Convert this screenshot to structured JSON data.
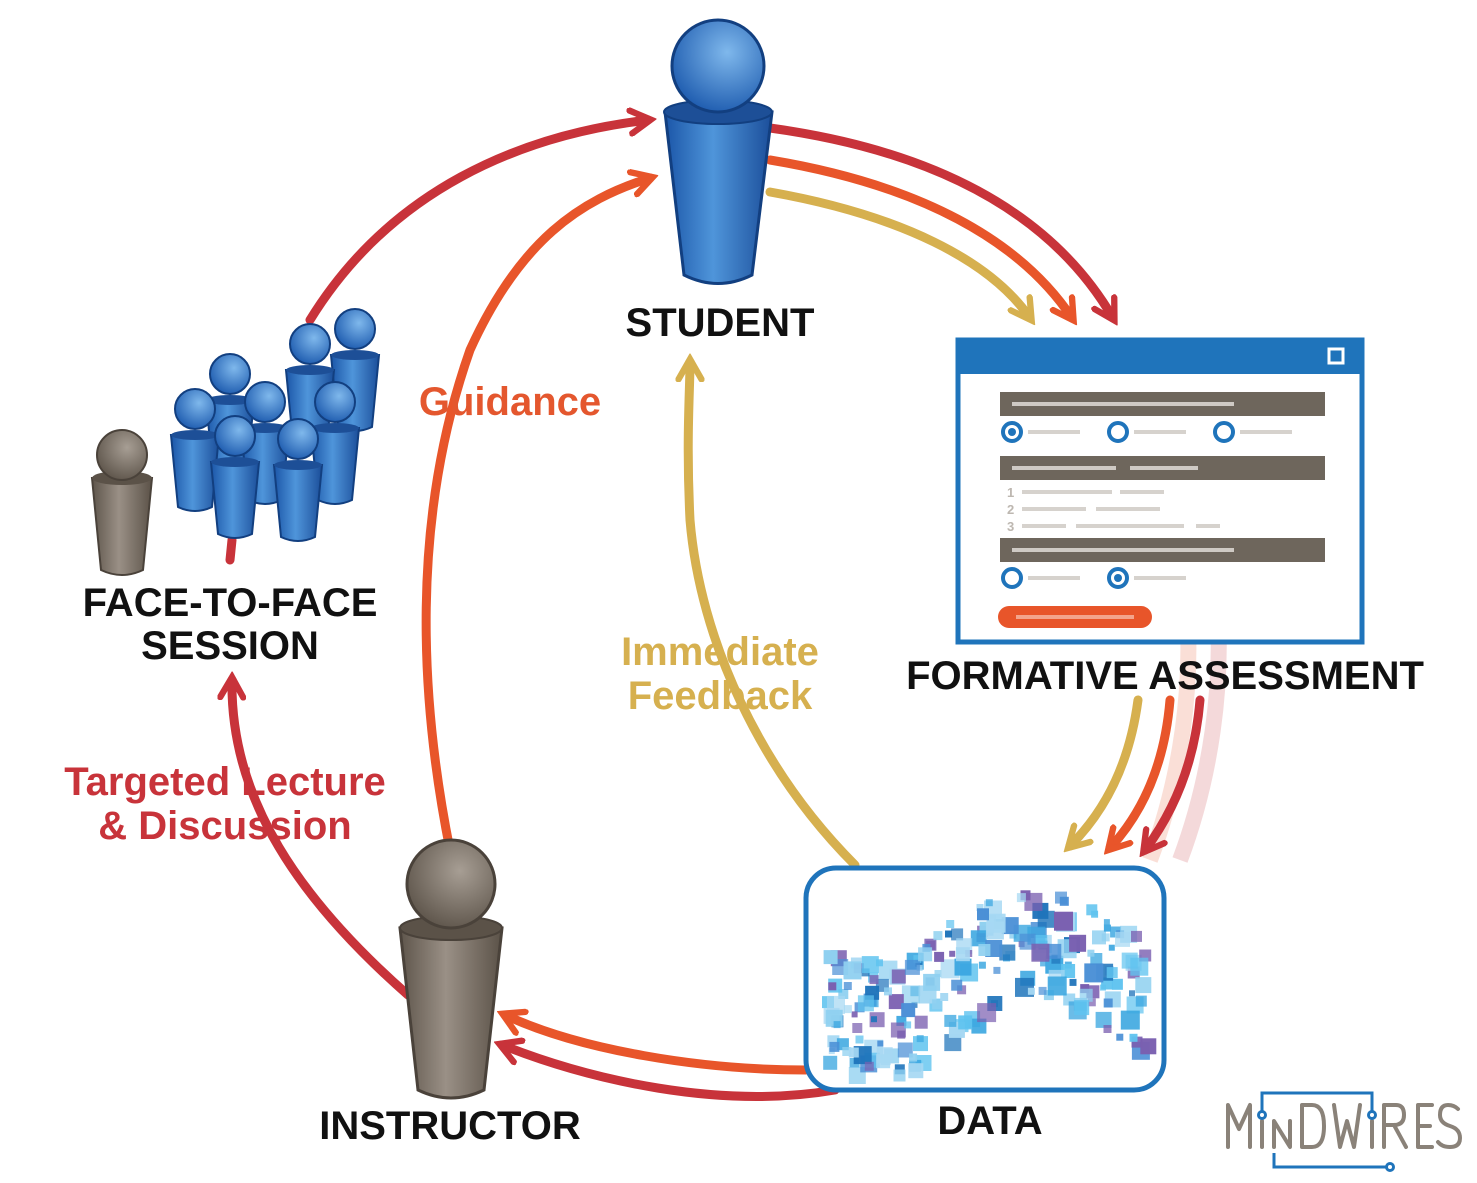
{
  "nodes": {
    "student": "STUDENT",
    "face_to_face_line1": "FACE-TO-FACE",
    "face_to_face_line2": "SESSION",
    "formative_assessment": "FORMATIVE ASSESSMENT",
    "instructor": "INSTRUCTOR",
    "data": "DATA"
  },
  "flows": {
    "guidance": "Guidance",
    "immediate_feedback_line1": "Immediate",
    "immediate_feedback_line2": "Feedback",
    "targeted_lecture_line1": "Targeted Lecture",
    "targeted_lecture_line2": "& Discussion"
  },
  "form_window": {
    "question_number_1": "1",
    "question_number_2": "2",
    "question_number_3": "3"
  },
  "logo": {
    "text": "MINDWIRES"
  },
  "colors": {
    "dark_red": "#c8333a",
    "orange": "#e8552a",
    "gold": "#d6b04f",
    "student_blue": "#2f6fc4",
    "instructor_brown": "#7a6f64",
    "window_blue": "#1f74bb",
    "bar_brown": "#6e665c"
  },
  "icons": [
    "student-figure-icon",
    "instructor-figure-icon",
    "group-figures-icon",
    "form-window-icon",
    "data-pixels-icon",
    "mindwires-logo"
  ]
}
